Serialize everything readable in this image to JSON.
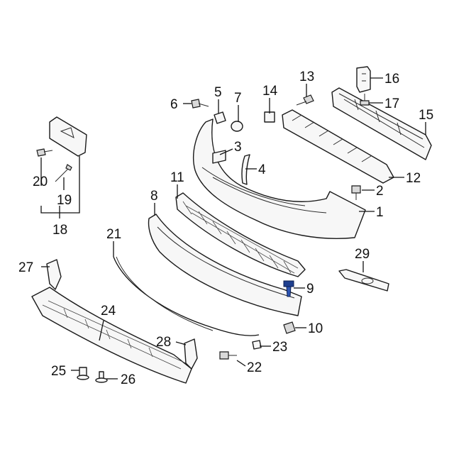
{
  "callouts": [
    {
      "num": "1"
    },
    {
      "num": "2"
    },
    {
      "num": "3"
    },
    {
      "num": "4"
    },
    {
      "num": "5"
    },
    {
      "num": "6"
    },
    {
      "num": "7"
    },
    {
      "num": "8"
    },
    {
      "num": "9"
    },
    {
      "num": "10"
    },
    {
      "num": "11"
    },
    {
      "num": "12"
    },
    {
      "num": "13"
    },
    {
      "num": "14"
    },
    {
      "num": "15"
    },
    {
      "num": "16"
    },
    {
      "num": "17"
    },
    {
      "num": "18"
    },
    {
      "num": "19"
    },
    {
      "num": "20"
    },
    {
      "num": "21"
    },
    {
      "num": "22"
    },
    {
      "num": "23"
    },
    {
      "num": "24"
    },
    {
      "num": "25"
    },
    {
      "num": "26"
    },
    {
      "num": "27"
    },
    {
      "num": "28"
    },
    {
      "num": "29"
    }
  ],
  "colors": {
    "line": "#1a1a1a",
    "part_fill": "#f7f7f7",
    "highlight_part_9": "#1f3f8f"
  }
}
